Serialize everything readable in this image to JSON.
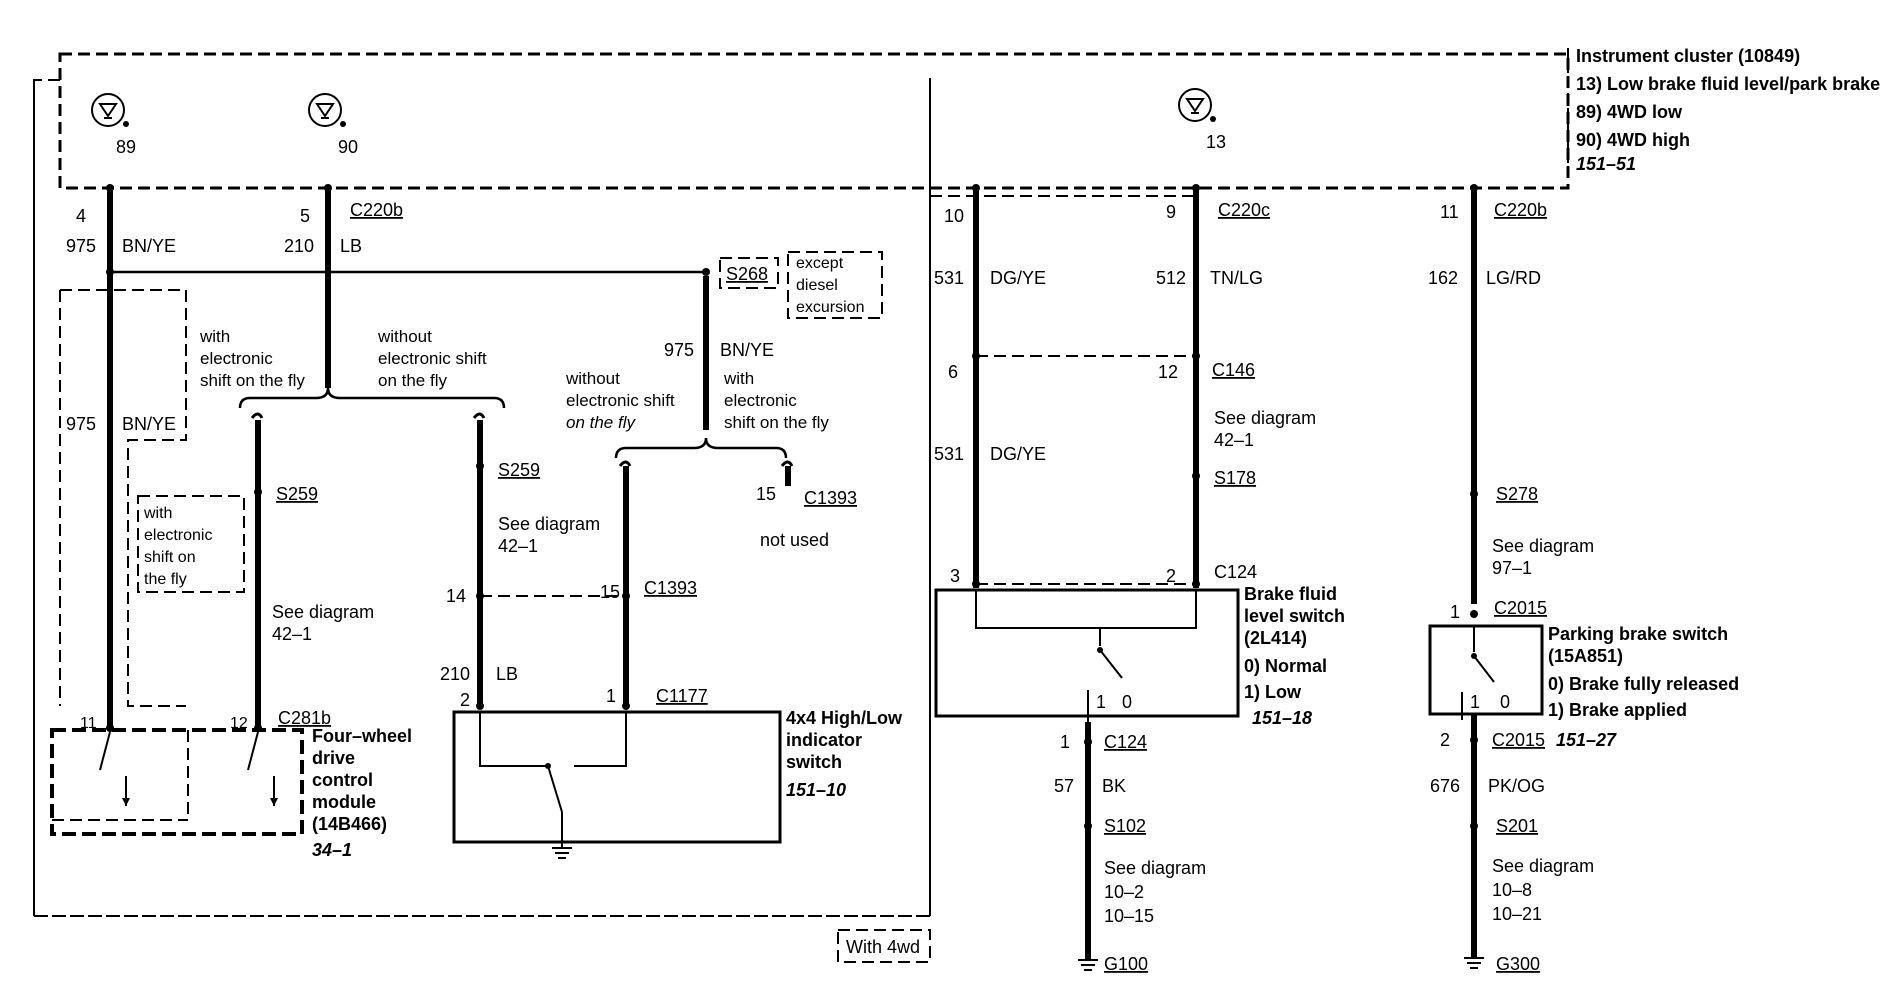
{
  "cluster": {
    "name": "Instrument cluster (10849)",
    "items": [
      "13) Low brake fluid level/park brake",
      "89) 4WD low",
      "90) 4WD high"
    ],
    "ref": "151–51",
    "lamps": [
      "89",
      "90",
      "13"
    ]
  },
  "wires": {
    "w975": {
      "pin": "4",
      "circuit": "975",
      "color": "BN/YE"
    },
    "w210": {
      "pin": "5",
      "circuit": "210",
      "color": "LB",
      "connector": "C220b"
    },
    "w531": {
      "pin": "10",
      "circuit": "531",
      "color": "DG/YE"
    },
    "w512": {
      "pin": "9",
      "circuit": "512",
      "color": "TN/LG",
      "connector": "C220c"
    },
    "w162": {
      "pin": "11",
      "circuit": "162",
      "color": "LG/RD",
      "connector": "C220b"
    }
  },
  "splices": {
    "s268": "S268",
    "s268_note": [
      "except",
      "diesel",
      "excursion"
    ],
    "s259a": "S259",
    "s259b": "S259",
    "s178": "S178",
    "s278": "S278",
    "s102": "S102",
    "s201": "S201"
  },
  "branch_labels": {
    "with_esof": [
      "with",
      "electronic",
      "shift on the fly"
    ],
    "without_esof": [
      "without",
      "electronic shift",
      "on the fly"
    ],
    "without_esof2": [
      "without",
      "electronic shift",
      "on the fly"
    ],
    "with_esof2": [
      "with",
      "electronic",
      "shift on the fly"
    ],
    "with_esof_box": [
      "with",
      "electronic",
      "shift on",
      "the fly"
    ],
    "not_used": "not used"
  },
  "see_diagram": {
    "d1": [
      "See diagram",
      "42–1"
    ],
    "d2": [
      "See diagram",
      "42–1"
    ],
    "d3": [
      "See diagram",
      "42–1"
    ],
    "d4": [
      "See diagram",
      "97–1"
    ],
    "d5": [
      "See diagram",
      "10–2",
      "10–15"
    ],
    "d6": [
      "See diagram",
      "10–8",
      "10–21"
    ]
  },
  "connectors": {
    "c1393_15": {
      "pin": "15",
      "name": "C1393"
    },
    "c1393_15b": {
      "pin": "15",
      "name": "C1393"
    },
    "c1393_14": {
      "pin": "14"
    },
    "c146": {
      "pin_left": "6",
      "pin_right": "12",
      "name": "C146"
    },
    "c124_top": {
      "pin_left": "3",
      "pin_right": "2",
      "name": "C124"
    },
    "c124_bottom": {
      "pin": "1",
      "name": "C124"
    },
    "c2015_top": {
      "pin": "1",
      "name": "C2015"
    },
    "c2015_bottom": {
      "pin": "2",
      "name": "C2015"
    },
    "c281b": {
      "pin_left": "11",
      "pin_right": "12",
      "name": "C281b"
    },
    "c1177": {
      "pin_left": "2",
      "pin_right": "1",
      "name": "C1177"
    }
  },
  "more_wires": {
    "bnye2": {
      "circuit": "975",
      "color": "BN/YE"
    },
    "bnye3": {
      "circuit": "975",
      "color": "BN/YE"
    },
    "lb2": {
      "circuit": "210",
      "color": "LB"
    },
    "dgye2": {
      "circuit": "531",
      "color": "DG/YE"
    },
    "bk": {
      "circuit": "57",
      "color": "BK"
    },
    "pkog": {
      "circuit": "676",
      "color": "PK/OG"
    }
  },
  "components": {
    "fwd_module": {
      "lines": [
        "Four–wheel",
        "drive",
        "control",
        "module",
        "(14B466)"
      ],
      "ref": "34–1"
    },
    "hl_switch": {
      "lines": [
        "4x4 High/Low",
        "indicator",
        "switch"
      ],
      "ref": "151–10"
    },
    "bf_switch": {
      "lines": [
        "Brake fluid",
        "level switch",
        "(2L414)",
        "0) Normal",
        "1) Low"
      ],
      "ref": "151–18",
      "pos0": "0",
      "pos1": "1"
    },
    "pb_switch": {
      "lines": [
        "Parking brake switch",
        "(15A851)",
        "0) Brake fully released",
        "1) Brake applied"
      ],
      "ref": "151–27",
      "pos0": "0",
      "pos1": "1"
    }
  },
  "grounds": {
    "g100": "G100",
    "g300": "G300"
  },
  "with_4wd": "With 4wd"
}
